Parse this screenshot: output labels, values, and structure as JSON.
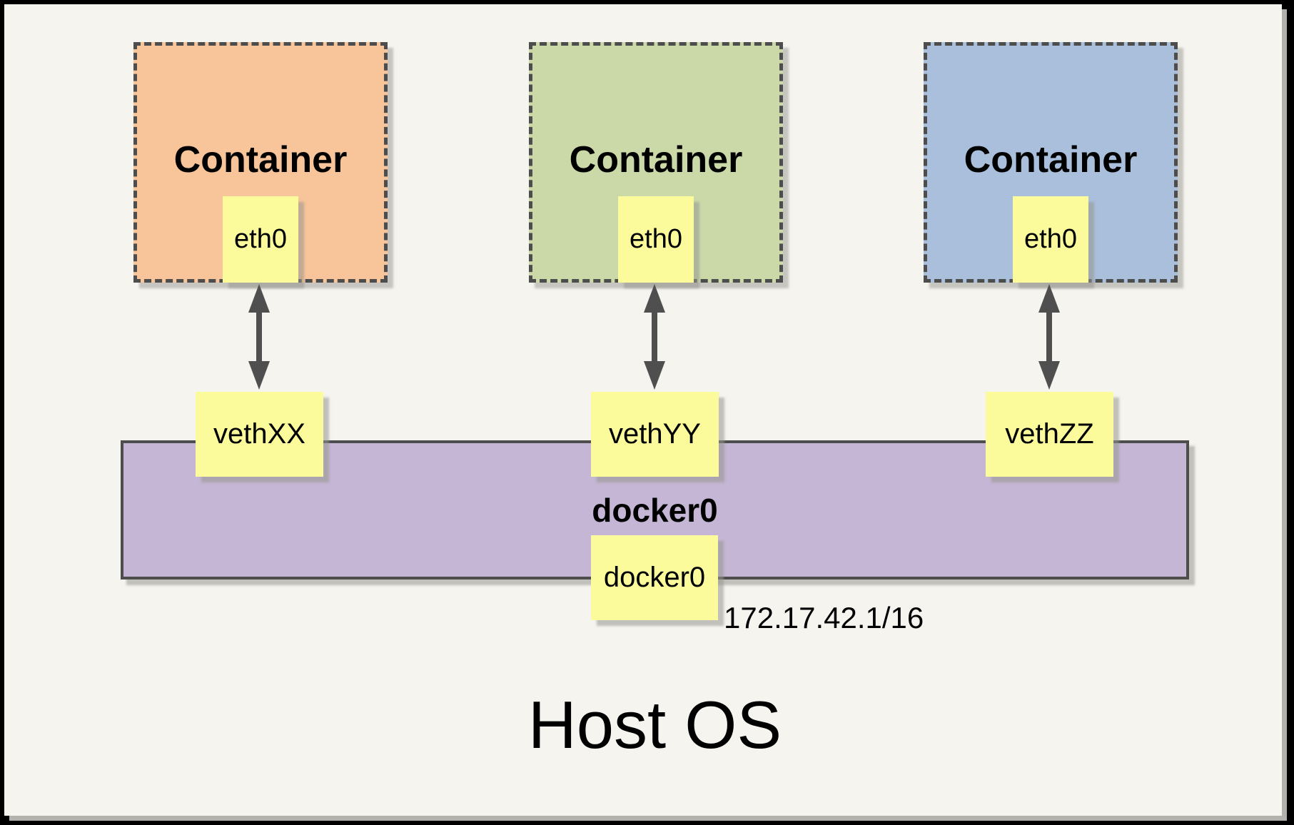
{
  "diagram": {
    "containers": [
      {
        "label": "Container",
        "interface": "eth0",
        "veth": "vethXX"
      },
      {
        "label": "Container",
        "interface": "eth0",
        "veth": "vethYY"
      },
      {
        "label": "Container",
        "interface": "eth0",
        "veth": "vethZZ"
      }
    ],
    "bridge": {
      "label": "docker0",
      "interface": "docker0",
      "ip": "172.17.42.1/16"
    },
    "host": {
      "label": "Host OS"
    },
    "colors": {
      "container1": "#F8C499",
      "container2": "#CBD9A9",
      "container3": "#AABFDC",
      "note": "#FCFB9B",
      "bridge": "#C4B6D4",
      "border": "#4D4D4D",
      "arrow": "#4F4F4F",
      "background": "#F5F4EF"
    }
  }
}
